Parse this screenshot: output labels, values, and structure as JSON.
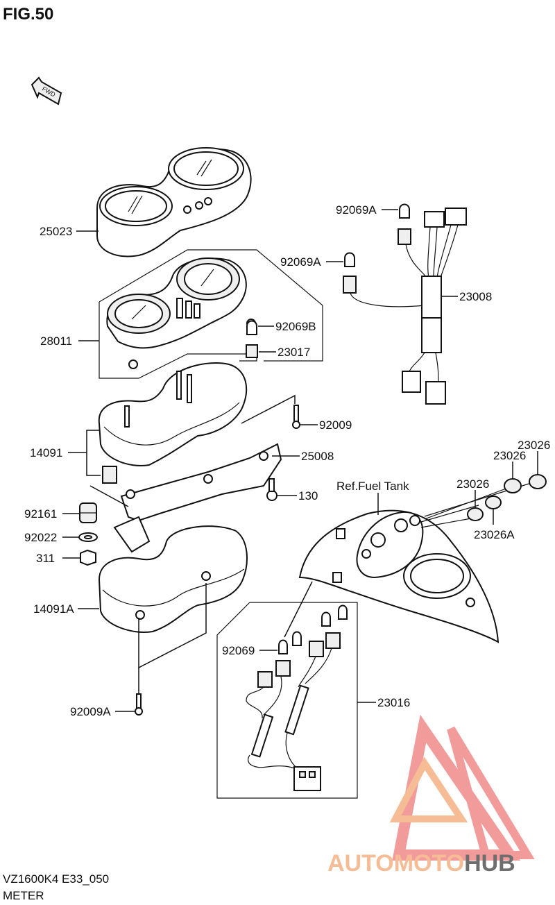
{
  "figure": {
    "title": "FIG.50",
    "code": "VZ1600K4 E33_050",
    "name": "METER",
    "fwd": "FWD"
  },
  "labels": {
    "p25023": "25023",
    "p28011": "28011",
    "p14091": "14091",
    "p92161": "92161",
    "p92022": "92022",
    "p311": "311",
    "p14091A": "14091A",
    "p92009A": "92009A",
    "p92069A_1": "92069A",
    "p92069A_2": "92069A",
    "p23008": "23008",
    "p92069B": "92069B",
    "p23017": "23017",
    "p92009": "92009",
    "p25008": "25008",
    "p130": "130",
    "p23026_1": "23026",
    "p23026_2": "23026",
    "p23026_3": "23026",
    "p23026A": "23026A",
    "ref_fuel_tank": "Ref.Fuel Tank",
    "p92069": "92069",
    "p23016": "23016"
  },
  "watermark": {
    "part1": "AUTOMOTO",
    "part2": "HUB",
    "color_a": "#f4b183",
    "color_b": "#f08a8a",
    "color_c": "#555555"
  }
}
